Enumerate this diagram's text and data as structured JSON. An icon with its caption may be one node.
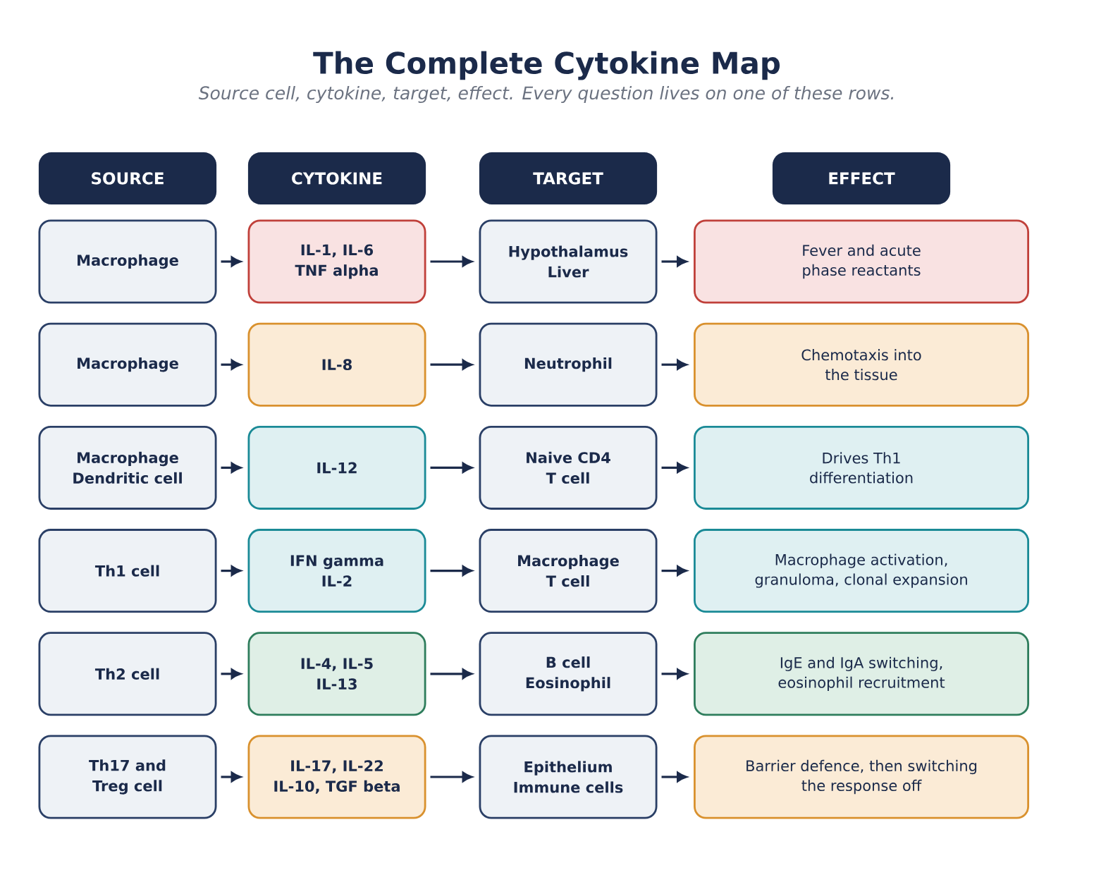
{
  "diagram": {
    "title": "The Complete Cytokine Map",
    "nodes": [
      {
        "text": [
          "SOURCE"
        ]
      },
      {
        "text": [
          "CYTOKINE"
        ]
      },
      {
        "text": [
          "TARGET"
        ]
      },
      {
        "text": [
          "EFFECT"
        ]
      },
      {
        "text": [
          "Macrophage"
        ]
      },
      {
        "text": [
          "IL-1, IL-6 TNF alpha"
        ]
      },
      {
        "text": [
          "Hypothalamus Liver"
        ]
      },
      {
        "text": [
          "Fever and acute phase reactants"
        ]
      },
      {
        "text": [
          "Macrophage"
        ]
      },
      {
        "text": [
          "IL-8"
        ]
      },
      {
        "text": [
          "Neutrophil"
        ]
      },
      {
        "text": [
          "Chemotaxis into the tissue"
        ]
      },
      {
        "text": [
          "Macrophage Dendritic cell"
        ]
      },
      {
        "text": [
          "IL-12"
        ]
      },
      {
        "text": [
          "Naive CD4 T cell"
        ]
      },
      {
        "text": [
          "Drives Th1 differentiation"
        ]
      },
      {
        "text": [
          "Th1 cell"
        ]
      },
      {
        "text": [
          "IFN gamma IL-2"
        ]
      },
      {
        "text": [
          "Macrophage T cell"
        ]
      },
      {
        "text": [
          "Macrophage activation, granuloma, clonal expansion"
        ]
      },
      {
        "text": [
          "Th2 cell"
        ]
      },
      {
        "text": [
          "IL-4, IL-5 IL-13"
        ]
      },
      {
        "text": [
          "B cell Eosinophil"
        ]
      },
      {
        "text": [
          "IgE and IgA switching, eosinophil recruitment"
        ]
      },
      {
        "text": [
          "Th17 and Treg cell"
        ]
      },
      {
        "text": [
          "IL-17, IL-22 IL-10, TGF beta"
        ]
      },
      {
        "text": [
          "Epithelium Immune cells"
        ]
      },
      {
        "text": [
          "Barrier defence, then switching the response off"
        ]
      }
    ],
    "edges": [
      {
        "from": 4,
        "to": 5,
        "arrow": "to"
      },
      {
        "from": 5,
        "to": 6,
        "arrow": "to"
      },
      {
        "from": 6,
        "to": 7,
        "arrow": "to"
      },
      {
        "from": 8,
        "to": 9,
        "arrow": "to"
      },
      {
        "from": 9,
        "to": 10,
        "arrow": "to"
      },
      {
        "from": 10,
        "to": 11,
        "arrow": "to"
      },
      {
        "from": 12,
        "to": 13,
        "arrow": "to"
      },
      {
        "from": 13,
        "to": 14,
        "arrow": "to"
      },
      {
        "from": 14,
        "to": 15,
        "arrow": "to"
      },
      {
        "from": 16,
        "to": 17,
        "arrow": "to"
      },
      {
        "from": 17,
        "to": 18,
        "arrow": "to"
      },
      {
        "from": 18,
        "to": 19,
        "arrow": "to"
      },
      {
        "from": 20,
        "to": 21,
        "arrow": "to"
      },
      {
        "from": 21,
        "to": 22,
        "arrow": "to"
      },
      {
        "from": 22,
        "to": 23,
        "arrow": "to"
      },
      {
        "from": 24,
        "to": 25,
        "arrow": "to"
      },
      {
        "from": 25,
        "to": 26,
        "arrow": "to"
      },
      {
        "from": 26,
        "to": 27,
        "arrow": "to"
      }
    ],
    "labels": [
      "Source cell, cytokine, target, effect. Every question lives on one of these rows."
    ]
  }
}
